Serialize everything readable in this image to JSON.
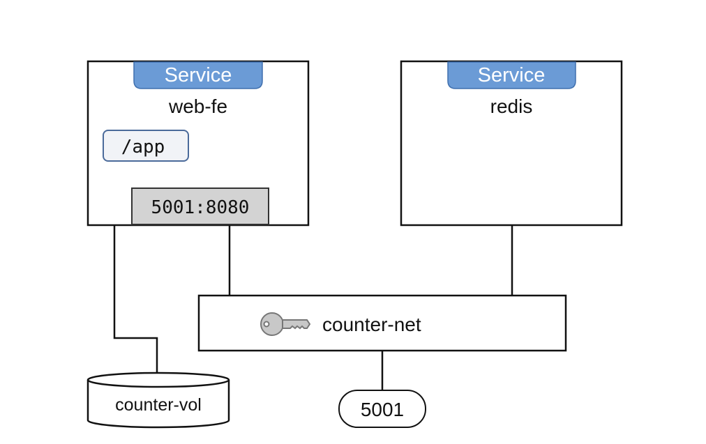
{
  "colors": {
    "service_tag_fill": "#6b9bd6",
    "service_tag_stroke": "#3f6fae",
    "port_mapping_fill": "#d3d3d3",
    "mount_fill": "#f1f3f7",
    "mount_stroke": "#4a6a9a",
    "line": "#111111",
    "key_icon": "#888888"
  },
  "services": [
    {
      "tag": "Service",
      "name": "web-fe",
      "mount": "/app",
      "port_mapping": "5001:8080"
    },
    {
      "tag": "Service",
      "name": "redis"
    }
  ],
  "network": {
    "name": "counter-net",
    "icon": "key-icon",
    "published_port": "5001"
  },
  "volume": {
    "name": "counter-vol"
  }
}
